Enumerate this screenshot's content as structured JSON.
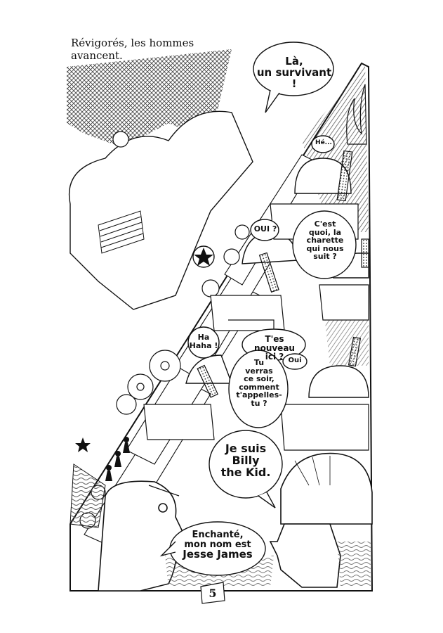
{
  "caption": {
    "line1": "Révigorés, les hommes",
    "line2": "avancent."
  },
  "bubbles": {
    "survivor": {
      "line1": "Là,",
      "line2": "un survivant !"
    },
    "he": {
      "text": "Hé..."
    },
    "oui_question": {
      "text": "OUI ?"
    },
    "charette": {
      "line1": "C'est",
      "line2": "quoi, la",
      "line3": "charette",
      "line4": "qui nous",
      "line5": "suit ?"
    },
    "haha": {
      "line1": "Ha",
      "line2": "Haha !"
    },
    "nouveau": {
      "line1": "T'es nouveau",
      "line2": "ici ?"
    },
    "oui": {
      "text": "Oui"
    },
    "verras": {
      "line1": "Tu",
      "line2": "verras",
      "line3": "ce soir,",
      "line4": "comment",
      "line5": "t'appelles-",
      "line6": "tu ?"
    },
    "billy": {
      "line1": "Je suis",
      "line2": "Billy",
      "line3": "the Kid."
    },
    "jesse": {
      "line1": "Enchanté,",
      "line2": "mon nom est",
      "line3": "Jesse James"
    }
  },
  "page_number": "5",
  "colors": {
    "ink": "#111111",
    "paper": "#ffffff",
    "hatch": "#555555"
  }
}
